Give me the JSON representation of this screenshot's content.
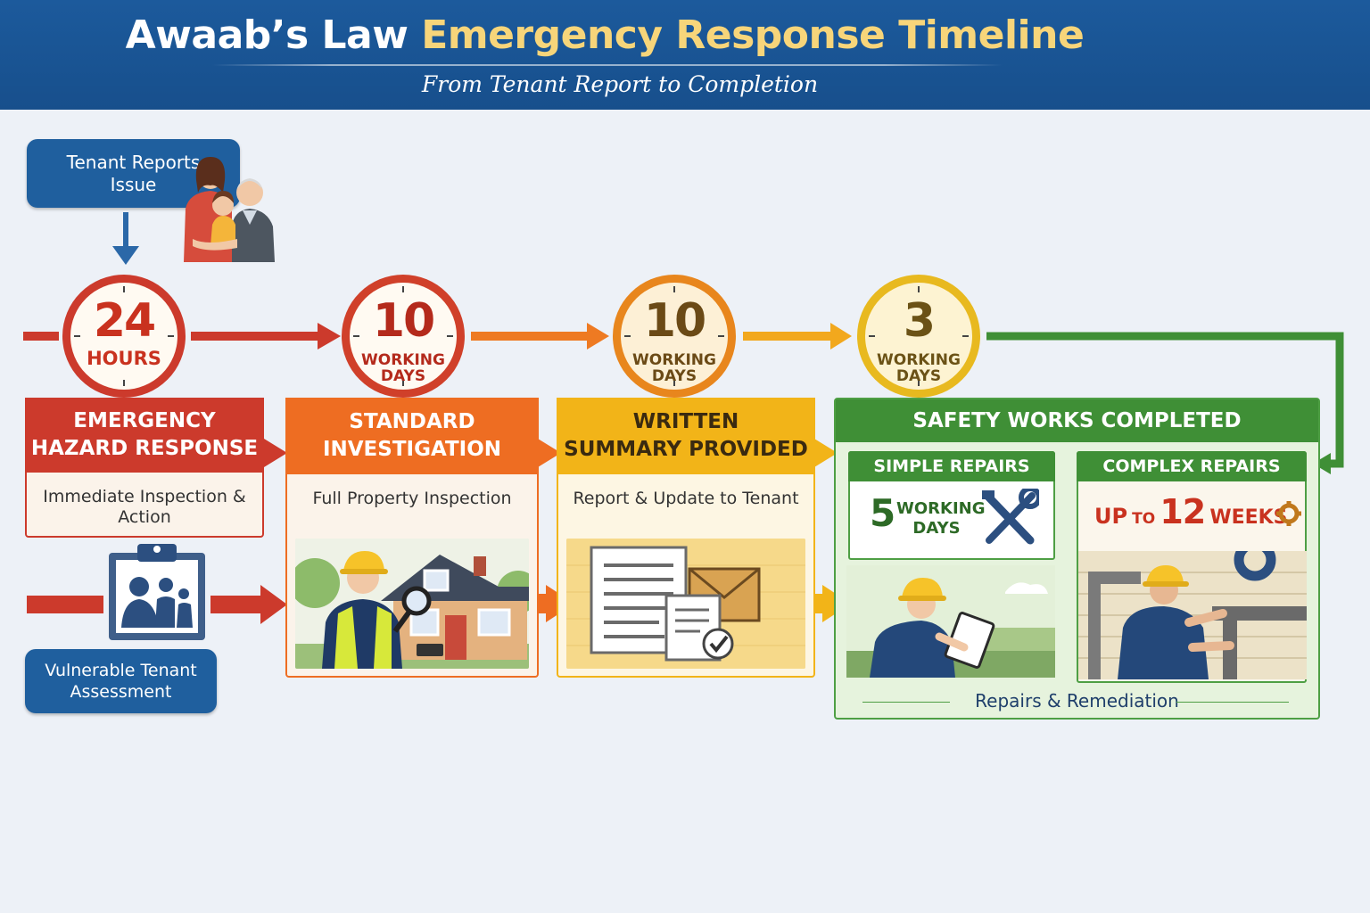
{
  "header": {
    "title_main": "Awaab’s Law",
    "title_accent": "Emergency Response Timeline",
    "subtitle": "From Tenant Report to Completion"
  },
  "start": {
    "label": "Tenant Reports Issue"
  },
  "vulnerable": {
    "label": "Vulnerable Tenant Assessment"
  },
  "stages": [
    {
      "num": "24",
      "unit": "HOURS",
      "title_line1": "EMERGENCY",
      "title_line2": "HAZARD RESPONSE",
      "desc": "Immediate Inspection & Action"
    },
    {
      "num": "10",
      "unit_line1": "WORKING",
      "unit_line2": "DAYS",
      "title_line1": "STANDARD",
      "title_line2": "INVESTIGATION",
      "desc": "Full Property Inspection"
    },
    {
      "num": "10",
      "unit_line1": "WORKING",
      "unit_line2": "DAYS",
      "title_line1": "WRITTEN",
      "title_line2": "SUMMARY PROVIDED",
      "desc": "Report & Update to Tenant"
    },
    {
      "num": "3",
      "unit_line1": "WORKING",
      "unit_line2": "DAYS",
      "title": "SAFETY WORKS COMPLETED"
    }
  ],
  "simple": {
    "title": "SIMPLE REPAIRS",
    "num": "5",
    "unit_line1": "WORKING",
    "unit_line2": "DAYS"
  },
  "complex": {
    "title": "COMPLEX REPAIRS",
    "prefix1": "UP",
    "prefix2": "TO",
    "num": "12",
    "unit": "WEEKS"
  },
  "footer": {
    "label": "Repairs & Remediation"
  },
  "colors": {
    "red": "#cc3a2c",
    "orange": "#ee6d22",
    "amber": "#f2b418",
    "gold": "#f0c531",
    "green": "#3f8f36",
    "blue": "#1f5f9e"
  },
  "icons": [
    "family-icon",
    "clock-icon",
    "clipboard-icon",
    "inspector-icon",
    "house-icon",
    "magnifier-icon",
    "document-icon",
    "envelope-icon",
    "checkmark-icon",
    "wrench-screwdriver-icon",
    "gear-icon",
    "worker-tablet-icon",
    "plumber-icon"
  ]
}
